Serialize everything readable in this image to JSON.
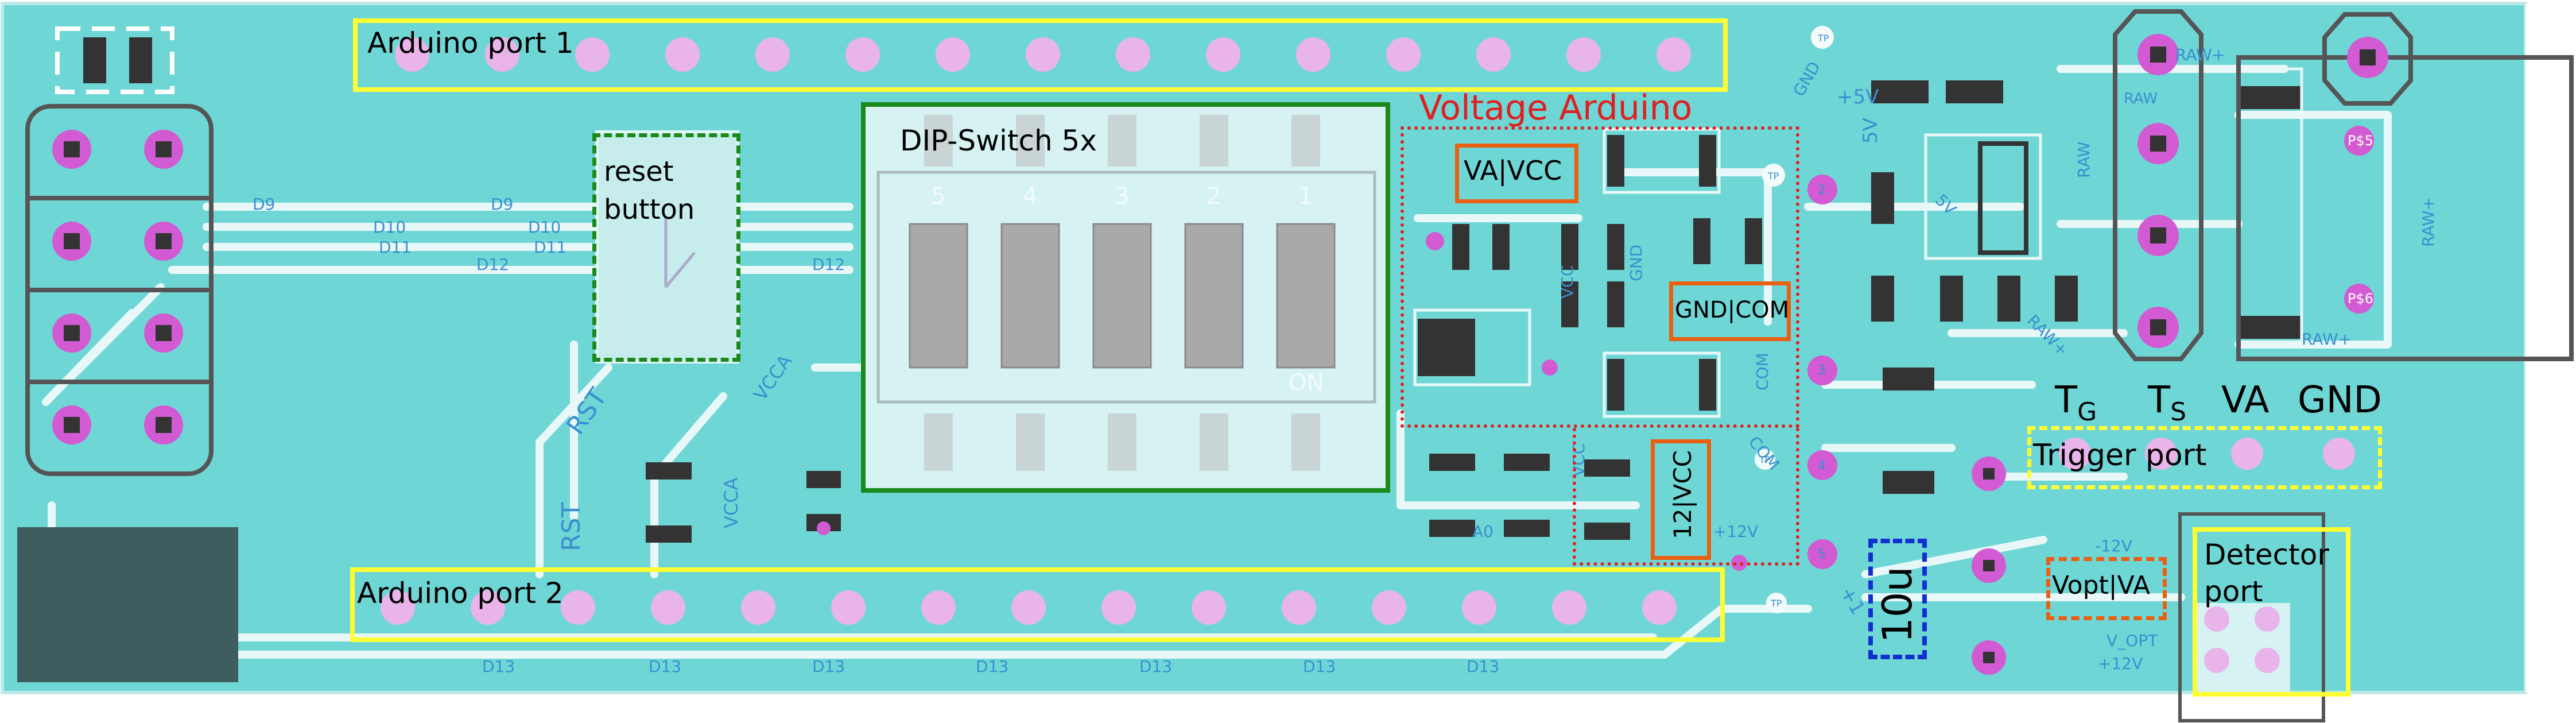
{
  "labels": {
    "arduino_port1": "Arduino port 1",
    "arduino_port2": "Arduino port 2",
    "reset_button": [
      "reset",
      "button"
    ],
    "dip_switch": "DIP-Switch 5x",
    "voltage_arduino": "Voltage Arduino",
    "va_vcc": "VA|VCC",
    "gnd_com": "GND|COM",
    "v12_vcc": "12|VCC",
    "trigger_port": "Trigger port",
    "detector_port": [
      "Detector",
      "port"
    ],
    "vopt_va": "Vopt|VA",
    "cap_10u": "10u",
    "pin_tg": "T",
    "pin_tg_sub": "G",
    "pin_ts": "T",
    "pin_ts_sub": "S",
    "pin_va": "VA",
    "pin_gnd": "GND"
  },
  "silkscreen": {
    "dip_numbers": [
      "5",
      "4",
      "3",
      "2",
      "1"
    ],
    "dip_on": "ON",
    "nets": [
      "D9",
      "D10",
      "D11",
      "D12",
      "D13",
      "RST",
      "VCCA",
      "VCC",
      "GND",
      "COM",
      "+12V",
      "-12V",
      "V_OPT",
      "5V",
      "+5V",
      "RAW+",
      "RAW",
      "P$5",
      "P$6",
      "+1",
      "A0",
      "TP"
    ]
  },
  "colors": {
    "board": "#6fd6d6",
    "trace": "#e8f8f8",
    "pad": "#d25ad2",
    "drill": "#333333",
    "header_outline": "#ffff33",
    "dip_outline": "#1a8a1a",
    "orange_box": "#e86010",
    "red_title": "#e02020",
    "blue_box": "#1030d0",
    "outline_gray": "#555555"
  }
}
